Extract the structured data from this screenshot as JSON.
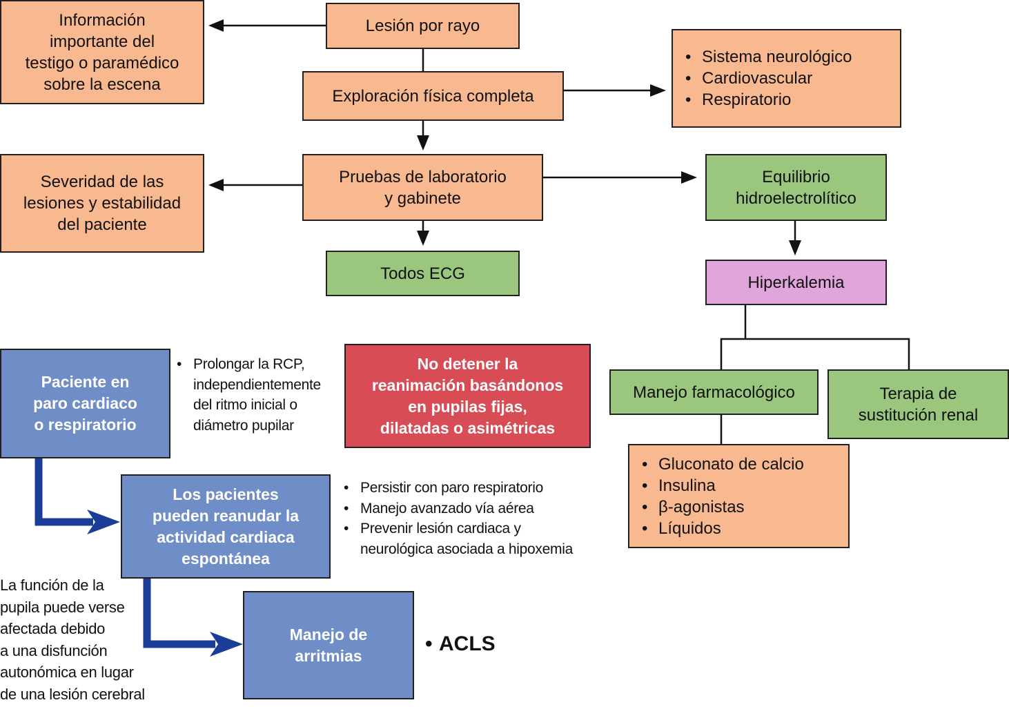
{
  "colors": {
    "orange": "#f8b990",
    "green": "#9bc67e",
    "pink": "#e0a6dc",
    "blue": "#6f8dc6",
    "red": "#d84c55",
    "flow_arrow": "#1a3e97",
    "line": "#111111"
  },
  "nodes": {
    "lesion": "Lesión por rayo",
    "info": "Información\nimportante del\ntestigo o paramédico\nsobre la escena",
    "exploracion": "Exploración física completa",
    "sistemas": [
      "Sistema neurológico",
      "Cardiovascular",
      "Respiratorio"
    ],
    "pruebas": "Pruebas de laboratorio\ny gabinete",
    "severidad": "Severidad de las\nlesiones y estabilidad\ndel paciente",
    "equilibrio": "Equilibrio\nhidroelectrolítico",
    "ecg": "Todos ECG",
    "hiperkalemia": "Hiperkalemia",
    "manejo_farmacologico": "Manejo farmacológico",
    "terapia_renal": "Terapia de\nsustitución renal",
    "farmacos": [
      "Gluconato de calcio",
      "Insulina",
      "β-agonistas",
      "Líquidos"
    ],
    "paro": "Paciente en\nparo cardiaco\no respiratorio",
    "paro_notes": [
      "Prolongar la RCP,\nindependientemente\ndel ritmo inicial o\ndiámetro pupilar"
    ],
    "no_detener": "No detener la\nreanimación basándonos\nen pupilas fijas,\ndilatadas o asimétricas",
    "reanudar": "Los pacientes\npueden reanudar la\nactividad cardiaca\nespontánea",
    "reanudar_notes": [
      "Persistir con paro respiratorio",
      "Manejo avanzado vía aérea",
      "Prevenir lesión cardiaca y\nneurológica asociada a hipoxemia"
    ],
    "pupila_note": "La función de la\npupila puede verse\nafectada debido\na una disfunción\nautonómica en lugar\nde una lesión cerebral",
    "arritmias": "Manejo de\narritmias",
    "arritmias_notes": [
      "ACLS"
    ]
  }
}
